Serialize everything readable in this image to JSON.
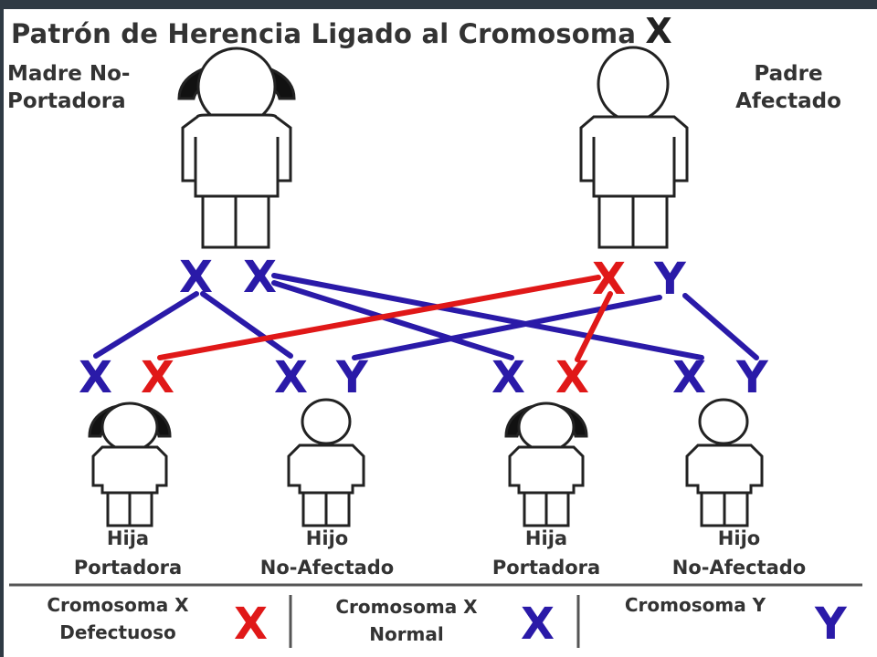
{
  "title_main": "Patrón de Herencia Ligado al Cromosoma",
  "title_x": "X",
  "mother_label_1": "Madre No-",
  "mother_label_2": "Portadora",
  "father_label_1": "Padre",
  "father_label_2": "Afectado",
  "mother_chromosomes": [
    "X",
    "X"
  ],
  "father_chromosomes": [
    "X",
    "Y"
  ],
  "children": [
    {
      "chromosomes": [
        "X",
        "X"
      ],
      "label_1": "Hija",
      "label_2": "Portadora"
    },
    {
      "chromosomes": [
        "X",
        "Y"
      ],
      "label_1": "Hijo",
      "label_2": "No-Afectado"
    },
    {
      "chromosomes": [
        "X",
        "X"
      ],
      "label_1": "Hija",
      "label_2": "Portadora"
    },
    {
      "chromosomes": [
        "X",
        "Y"
      ],
      "label_1": "Hijo",
      "label_2": "No-Afectado"
    }
  ],
  "legend": [
    {
      "line1": "Cromosoma X",
      "line2": "Defectuoso",
      "symbol": "X"
    },
    {
      "line1": "Cromosoma X",
      "line2": "Normal",
      "symbol": "X"
    },
    {
      "line1": "Cromosoma Y",
      "line2": "",
      "symbol": "Y"
    }
  ],
  "colors": {
    "normal": "#2a1aa8",
    "defective": "#e01818",
    "text": "#333333"
  }
}
